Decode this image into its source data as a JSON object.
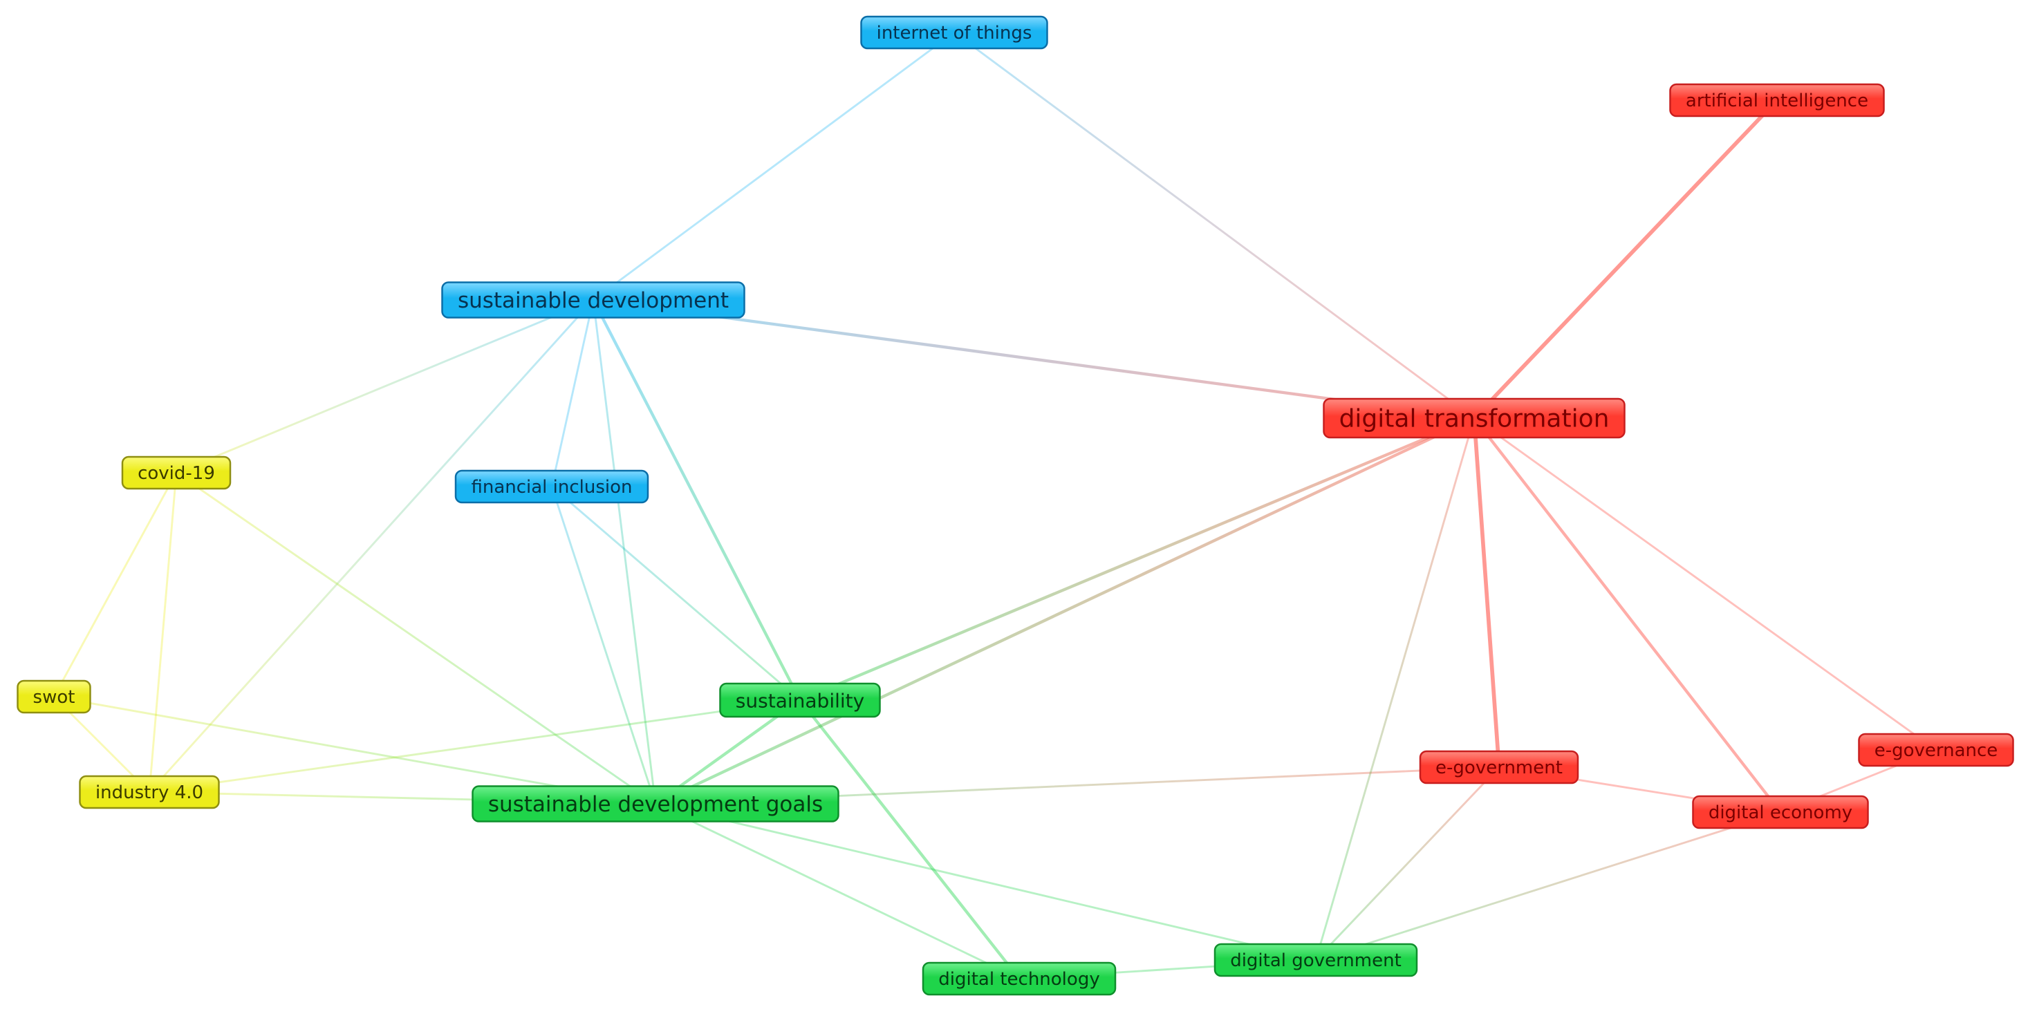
{
  "clusters": {
    "red": {
      "fill_top": "#ff8a80",
      "fill": "#ff3b30",
      "border": "#c81e1e",
      "text": "#7a0000"
    },
    "green": {
      "fill_top": "#6df08d",
      "fill": "#1fd44a",
      "border": "#0f8f2c",
      "text": "#053b12"
    },
    "blue": {
      "fill_top": "#7fd8ff",
      "fill": "#19b4f2",
      "border": "#0a6ea8",
      "text": "#08324f"
    },
    "yellow": {
      "fill_top": "#fbfb7a",
      "fill": "#ecec1a",
      "border": "#8f8f10",
      "text": "#3b3b00"
    }
  },
  "nodes": [
    {
      "id": "internet-of-things",
      "label": "internet of things",
      "cluster": "blue",
      "weight": 1
    },
    {
      "id": "artificial-intelligence",
      "label": "artificial intelligence",
      "cluster": "red",
      "weight": 1
    },
    {
      "id": "sustainable-development",
      "label": "sustainable development",
      "cluster": "blue",
      "weight": 3
    },
    {
      "id": "digital-transformation",
      "label": "digital transformation",
      "cluster": "red",
      "weight": 4
    },
    {
      "id": "covid-19",
      "label": "covid-19",
      "cluster": "yellow",
      "weight": 1
    },
    {
      "id": "financial-inclusion",
      "label": "financial inclusion",
      "cluster": "blue",
      "weight": 1
    },
    {
      "id": "swot",
      "label": "swot",
      "cluster": "yellow",
      "weight": 1
    },
    {
      "id": "sustainability",
      "label": "sustainability",
      "cluster": "green",
      "weight": 2
    },
    {
      "id": "e-governance",
      "label": "e-governance",
      "cluster": "red",
      "weight": 1
    },
    {
      "id": "e-government",
      "label": "e-government",
      "cluster": "red",
      "weight": 1
    },
    {
      "id": "industry-4-0",
      "label": "industry 4.0",
      "cluster": "yellow",
      "weight": 1
    },
    {
      "id": "sustainable-development-goals",
      "label": "sustainable development goals",
      "cluster": "green",
      "weight": 3
    },
    {
      "id": "digital-economy",
      "label": "digital economy",
      "cluster": "red",
      "weight": 1
    },
    {
      "id": "digital-government",
      "label": "digital government",
      "cluster": "green",
      "weight": 1
    },
    {
      "id": "digital-technology",
      "label": "digital technology",
      "cluster": "green",
      "weight": 1
    }
  ],
  "edges": [
    {
      "source": "internet-of-things",
      "target": "sustainable-development",
      "strength": 1
    },
    {
      "source": "internet-of-things",
      "target": "digital-transformation",
      "strength": 1
    },
    {
      "source": "artificial-intelligence",
      "target": "digital-transformation",
      "strength": 3
    },
    {
      "source": "sustainable-development",
      "target": "digital-transformation",
      "strength": 2
    },
    {
      "source": "sustainable-development",
      "target": "covid-19",
      "strength": 1
    },
    {
      "source": "sustainable-development",
      "target": "financial-inclusion",
      "strength": 1
    },
    {
      "source": "sustainable-development",
      "target": "sustainability",
      "strength": 2
    },
    {
      "source": "sustainable-development",
      "target": "sustainable-development-goals",
      "strength": 1
    },
    {
      "source": "sustainable-development",
      "target": "industry-4-0",
      "strength": 1
    },
    {
      "source": "covid-19",
      "target": "swot",
      "strength": 1
    },
    {
      "source": "covid-19",
      "target": "industry-4-0",
      "strength": 1
    },
    {
      "source": "covid-19",
      "target": "sustainable-development-goals",
      "strength": 1
    },
    {
      "source": "financial-inclusion",
      "target": "sustainability",
      "strength": 1
    },
    {
      "source": "financial-inclusion",
      "target": "sustainable-development-goals",
      "strength": 1
    },
    {
      "source": "swot",
      "target": "industry-4-0",
      "strength": 1
    },
    {
      "source": "swot",
      "target": "sustainable-development-goals",
      "strength": 1
    },
    {
      "source": "industry-4-0",
      "target": "sustainability",
      "strength": 1
    },
    {
      "source": "industry-4-0",
      "target": "sustainable-development-goals",
      "strength": 1
    },
    {
      "source": "sustainability",
      "target": "digital-transformation",
      "strength": 2
    },
    {
      "source": "sustainability",
      "target": "sustainable-development-goals",
      "strength": 2
    },
    {
      "source": "sustainability",
      "target": "digital-technology",
      "strength": 2
    },
    {
      "source": "sustainable-development-goals",
      "target": "digital-transformation",
      "strength": 2
    },
    {
      "source": "sustainable-development-goals",
      "target": "e-government",
      "strength": 1
    },
    {
      "source": "sustainable-development-goals",
      "target": "digital-government",
      "strength": 1
    },
    {
      "source": "sustainable-development-goals",
      "target": "digital-technology",
      "strength": 1
    },
    {
      "source": "digital-transformation",
      "target": "e-government",
      "strength": 3
    },
    {
      "source": "digital-transformation",
      "target": "digital-economy",
      "strength": 2
    },
    {
      "source": "digital-transformation",
      "target": "e-governance",
      "strength": 1
    },
    {
      "source": "digital-transformation",
      "target": "digital-government",
      "strength": 1
    },
    {
      "source": "e-government",
      "target": "digital-economy",
      "strength": 1
    },
    {
      "source": "e-government",
      "target": "digital-government",
      "strength": 1
    },
    {
      "source": "e-governance",
      "target": "digital-economy",
      "strength": 1
    },
    {
      "source": "digital-economy",
      "target": "digital-government",
      "strength": 1
    },
    {
      "source": "digital-technology",
      "target": "digital-government",
      "strength": 1
    }
  ]
}
